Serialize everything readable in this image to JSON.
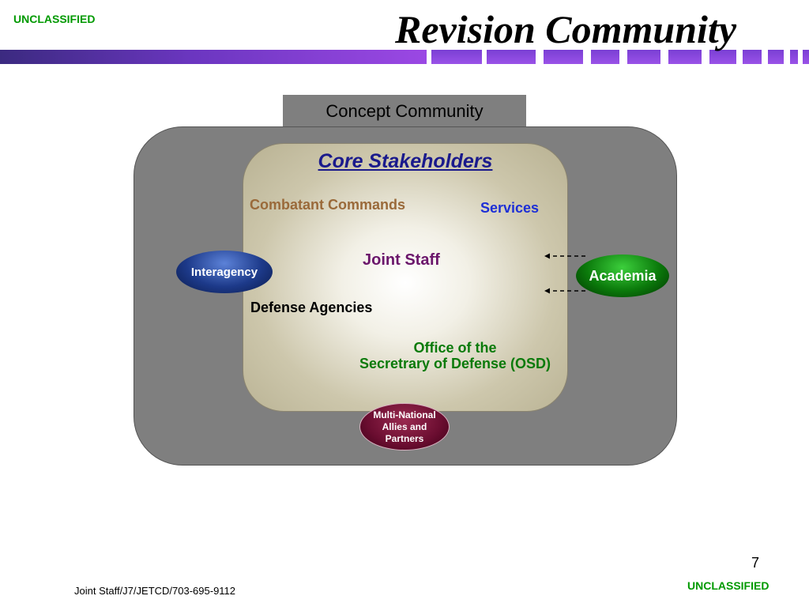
{
  "header": {
    "classification_top": "UNCLASSIFIED",
    "title": "Revision Community"
  },
  "diagram": {
    "outer_label": "Concept Community",
    "core_title": "Core Stakeholders",
    "stakeholders": {
      "combatant_commands": "Combatant Commands",
      "services": "Services",
      "joint_staff": "Joint Staff",
      "defense_agencies": "Defense Agencies",
      "osd_line1": "Office of the",
      "osd_line2": "Secretrary of Defense (OSD)"
    },
    "external": {
      "interagency": "Interagency",
      "academia": "Academia",
      "multinational_line1": "Multi-National",
      "multinational_line2": "Allies and",
      "multinational_line3": "Partners"
    }
  },
  "footer": {
    "contact": "Joint Staff/J7/JETCD/703-695-9112",
    "page_number": "7",
    "classification_bottom": "UNCLASSIFIED"
  },
  "colors": {
    "classification": "#009900",
    "outer_box": "#7f7f7f",
    "core_title": "#1a1a8c",
    "combatant_commands": "#9a6a3a",
    "services": "#1d2fd6",
    "joint_staff": "#6b166b",
    "osd": "#0a7a0a"
  }
}
